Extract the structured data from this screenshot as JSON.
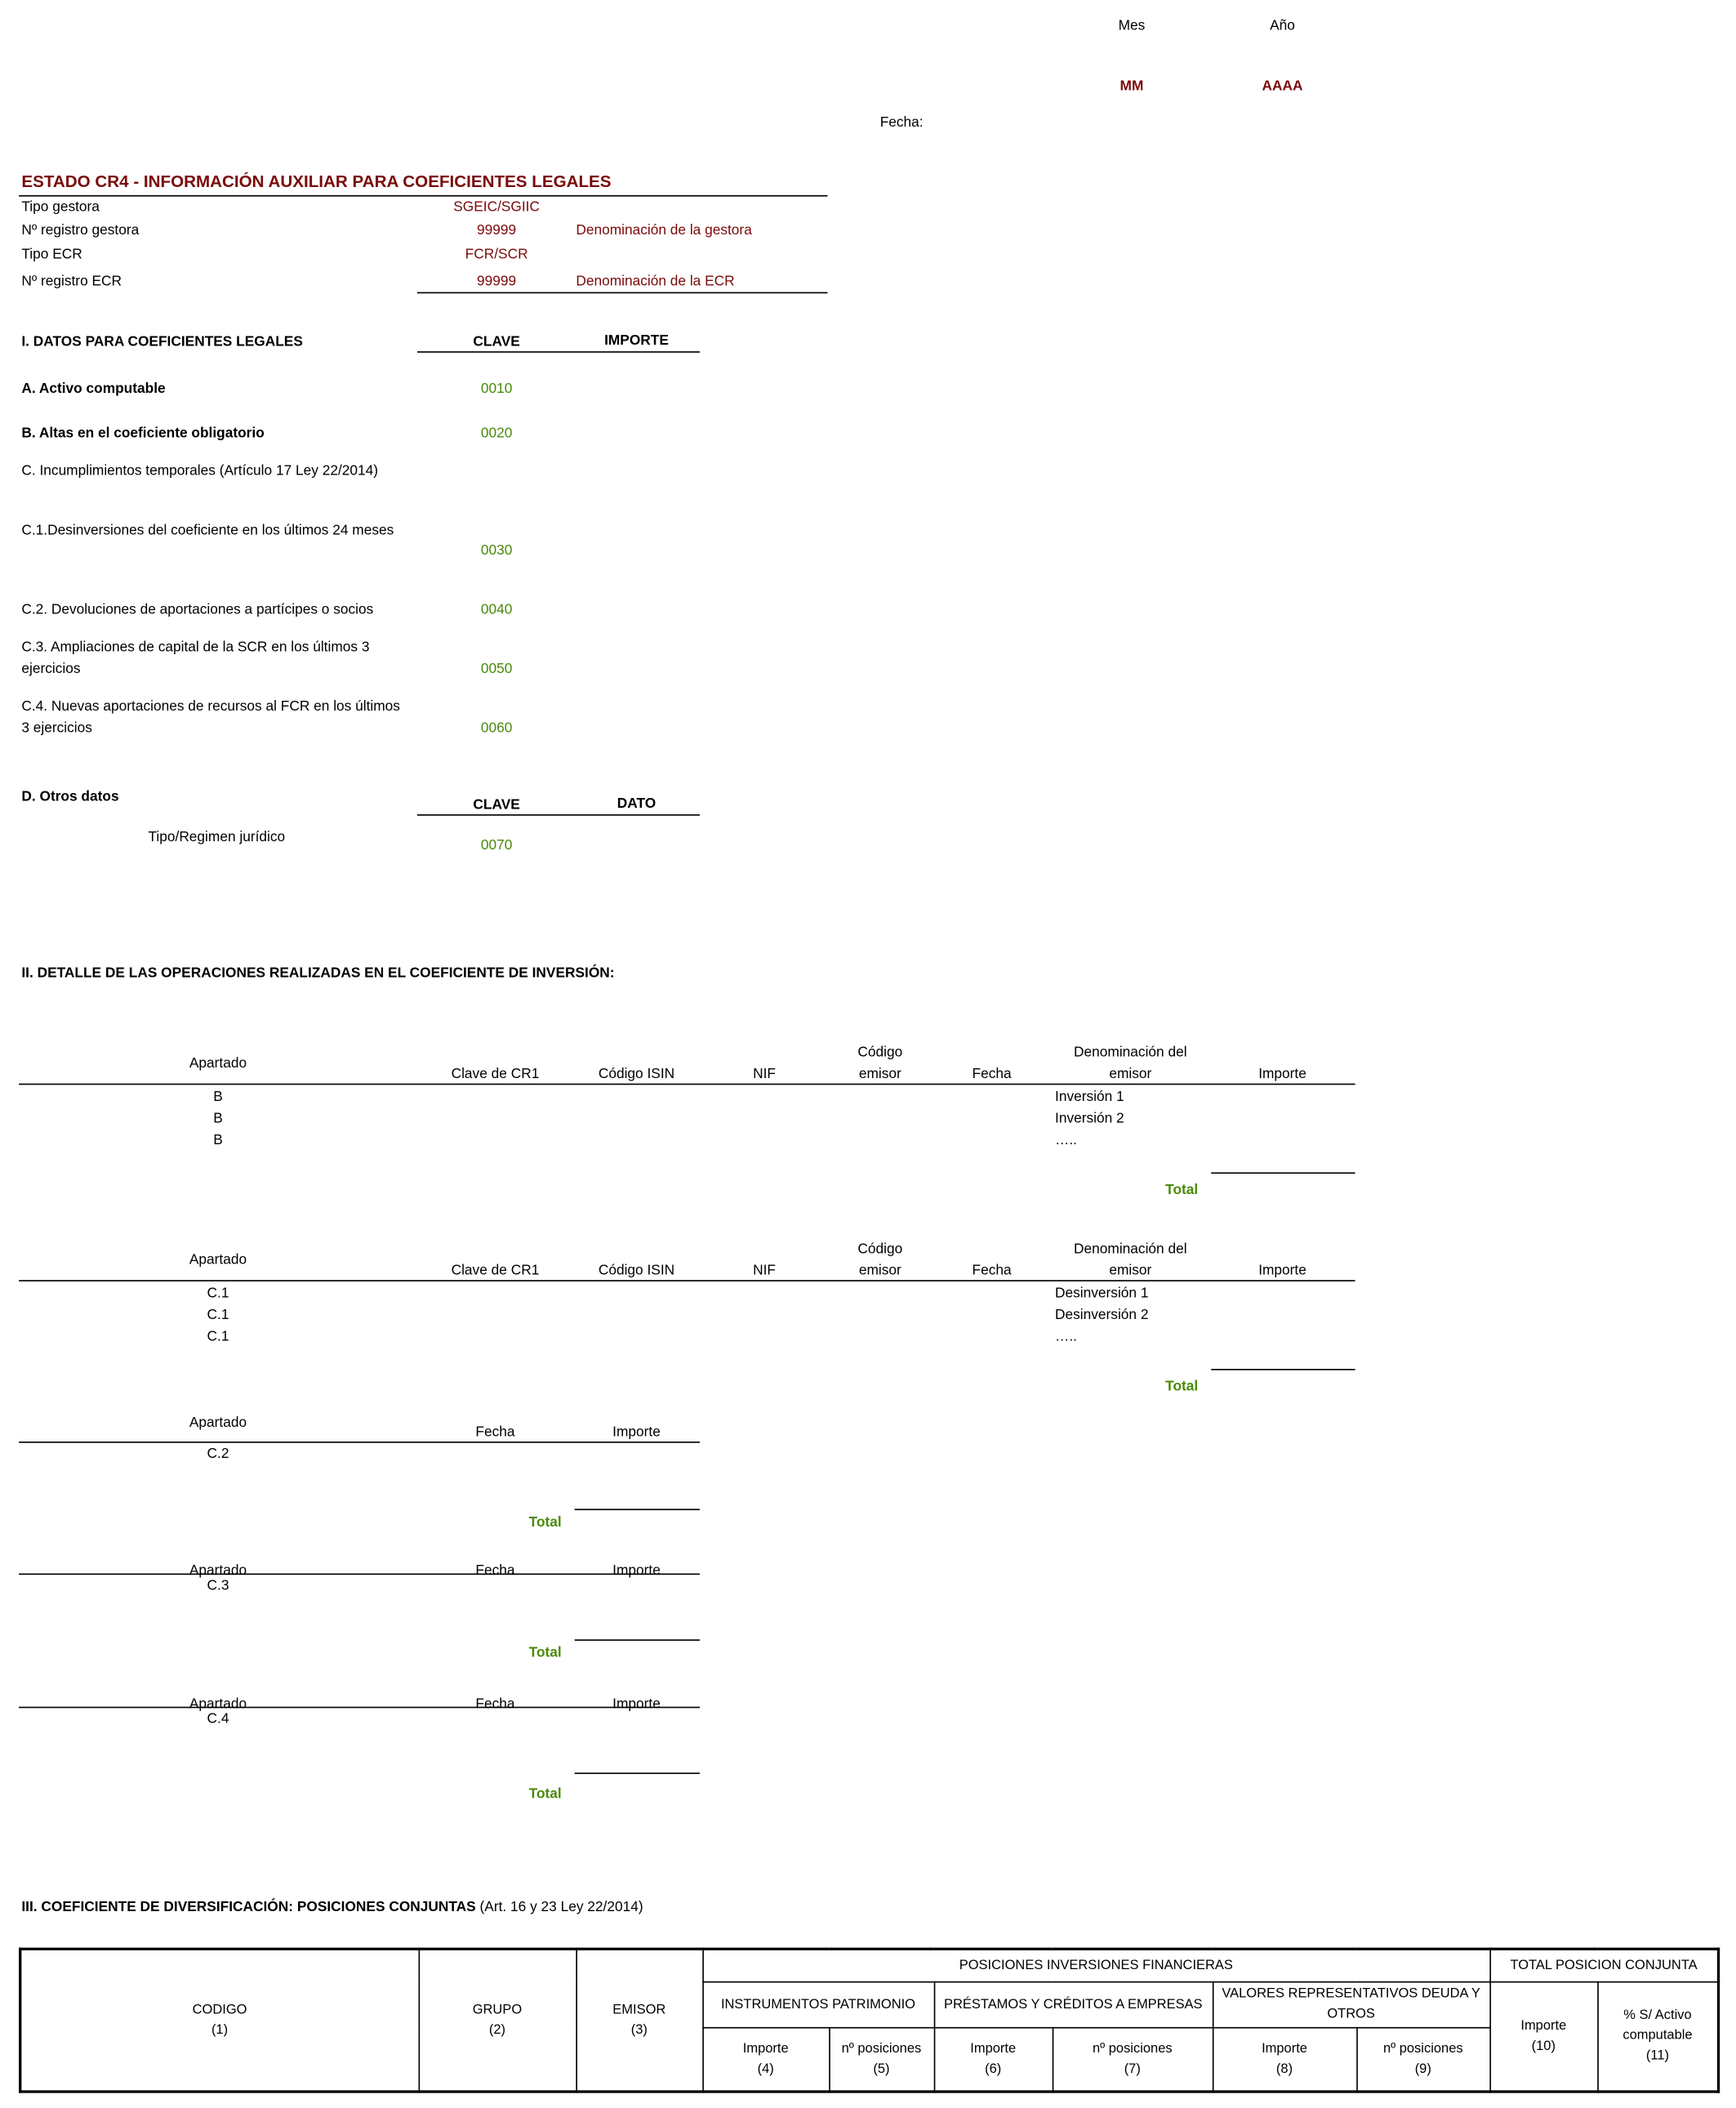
{
  "header": {
    "mes_label": "Mes",
    "anio_label": "Año",
    "mes_value": "MM",
    "anio_value": "AAAA",
    "fecha_label": "Fecha:"
  },
  "title": "ESTADO CR4 - INFORMACIÓN AUXILIAR PARA COEFICIENTES LEGALES",
  "info": [
    {
      "label": "Tipo gestora",
      "value": "SGEIC/SGIIC",
      "name": ""
    },
    {
      "label": "Nº registro gestora",
      "value": "99999",
      "name": "Denominación de la gestora"
    },
    {
      "label": "Tipo ECR",
      "value": "FCR/SCR",
      "name": ""
    },
    {
      "label": "Nº registro ECR",
      "value": "99999",
      "name": "Denominación de la ECR"
    }
  ],
  "section1": {
    "title": "I. DATOS PARA COEFICIENTES LEGALES",
    "col_clave": "CLAVE",
    "col_importe": "IMPORTE",
    "items": [
      {
        "label": "A. Activo computable",
        "clave": "0010"
      },
      {
        "label": "B. Altas en el coeficiente obligatorio",
        "clave": "0020"
      },
      {
        "label": "C. Incumplimientos temporales (Artículo 17 Ley 22/2014)",
        "clave": ""
      },
      {
        "label": "C.1.Desinversiones del coeficiente en los últimos 24 meses",
        "clave": "0030"
      },
      {
        "label": "C.2. Devoluciones de aportaciones a partícipes o socios",
        "clave": "0040"
      },
      {
        "label": "C.3. Ampliaciones de capital de la SCR en los últimos 3 ejercicios",
        "clave": "0050"
      },
      {
        "label": "C.4. Nuevas aportaciones de recursos al FCR en los últimos 3 ejercicios",
        "clave": "0060"
      }
    ],
    "otros": {
      "title": "D. Otros datos",
      "col_clave": "CLAVE",
      "col_dato": "DATO",
      "item_label": "Tipo/Regimen jurídico",
      "item_clave": "0070"
    }
  },
  "section2": {
    "title": "II. DETALLE DE LAS OPERACIONES REALIZADAS EN EL COEFICIENTE DE INVERSIÓN:",
    "cols": {
      "apartado": "Apartado",
      "clave": "Clave de CR1",
      "isin": "Código ISIN",
      "nif": "NIF",
      "emisor1": "Código",
      "emisor2": "emisor",
      "fecha": "Fecha",
      "denom1": "Denominación del",
      "denom2": "emisor",
      "importe": "Importe"
    },
    "total": "Total",
    "table_b": [
      {
        "apartado": "B",
        "denom": "Inversión 1"
      },
      {
        "apartado": "B",
        "denom": "Inversión 2"
      },
      {
        "apartado": "B",
        "denom": "….."
      }
    ],
    "table_c1": [
      {
        "apartado": "C.1",
        "denom": "Desinversión 1"
      },
      {
        "apartado": "C.1",
        "denom": "Desinversión 2"
      },
      {
        "apartado": "C.1",
        "denom": "….."
      }
    ],
    "small_tables": [
      "C.2",
      "C.3",
      "C.4"
    ]
  },
  "section3": {
    "title_bold": "III. COEFICIENTE DE DIVERSIFICACIÓN: POSICIONES CONJUNTAS",
    "title_rest": " (Art. 16 y 23  Ley 22/2014)",
    "codigo": "CODIGO",
    "codigo_n": "(1)",
    "grupo": "GRUPO",
    "grupo_n": "(2)",
    "emisor": "EMISOR",
    "emisor_n": "(3)",
    "posiciones": "POSICIONES INVERSIONES FINANCIERAS",
    "total_pos": "TOTAL POSICION CONJUNTA",
    "instr": "INSTRUMENTOS PATRIMONIO",
    "prest": "PRÉSTAMOS Y CRÉDITOS A EMPRESAS",
    "valores": "VALORES REPRESENTATIVOS DEUDA Y OTROS",
    "importe": "Importe",
    "nposic": "nº posiciones",
    "pct": "% S/ Activo computable",
    "nums": [
      "(4)",
      "(5)",
      "(6)",
      "(7)",
      "(8)",
      "(9)",
      "(10)",
      "(11)"
    ]
  }
}
